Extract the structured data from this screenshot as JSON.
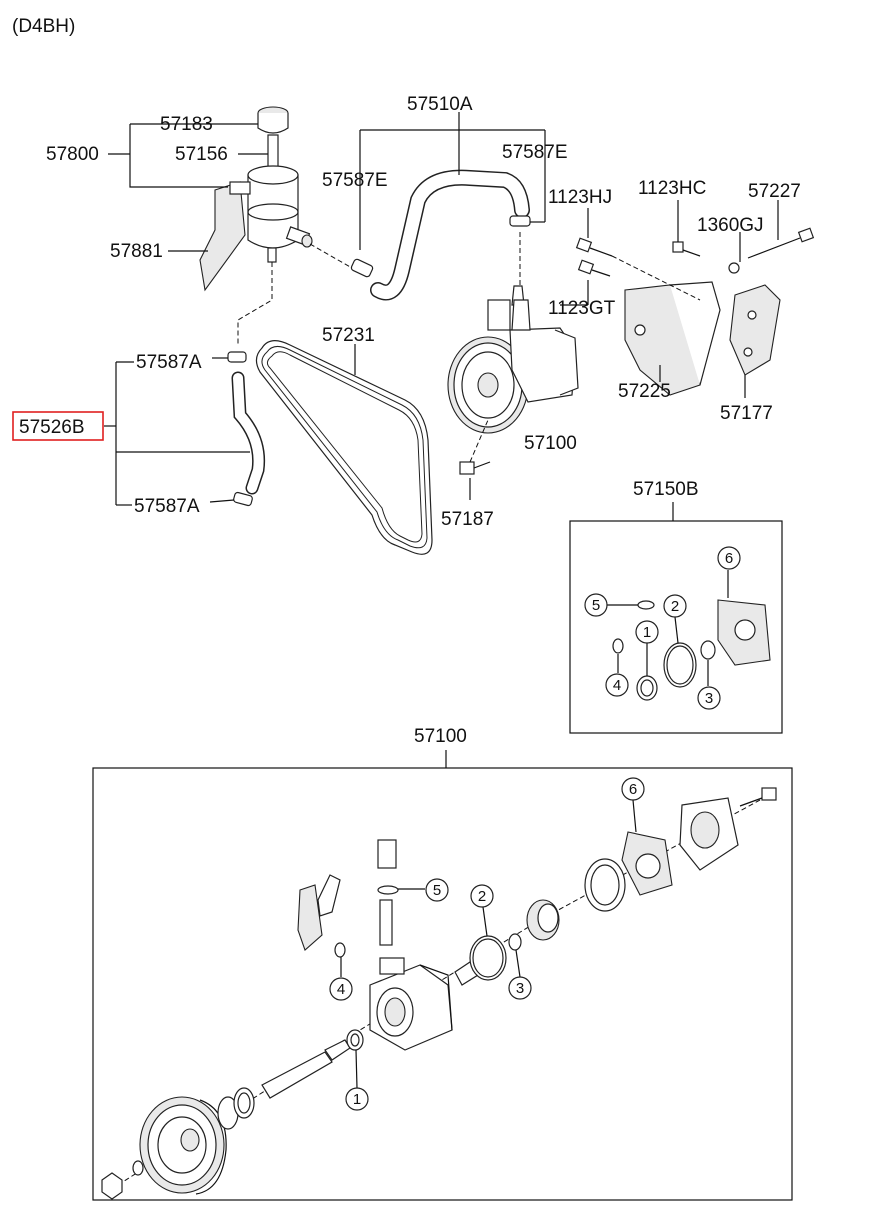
{
  "engine_code": "(D4BH)",
  "labels": {
    "p57183": "57183",
    "p57800": "57800",
    "p57156": "57156",
    "p57881": "57881",
    "p57510A": "57510A",
    "p57587E_left": "57587E",
    "p57587E_right": "57587E",
    "p1123HJ": "1123HJ",
    "p1123HC": "1123HC",
    "p57227": "57227",
    "p1360GJ": "1360GJ",
    "p1123GT": "1123GT",
    "p57231": "57231",
    "p57587A_top": "57587A",
    "p57526B": "57526B",
    "p57587A_bottom": "57587A",
    "p57225": "57225",
    "p57177": "57177",
    "p57100_top": "57100",
    "p57187": "57187",
    "p57150B": "57150B",
    "p57100_bottom": "57100"
  },
  "kit_numbers": {
    "n1": "1",
    "n2": "2",
    "n3": "3",
    "n4": "4",
    "n5": "5",
    "n6": "6"
  },
  "highlight_color": "#e02020"
}
